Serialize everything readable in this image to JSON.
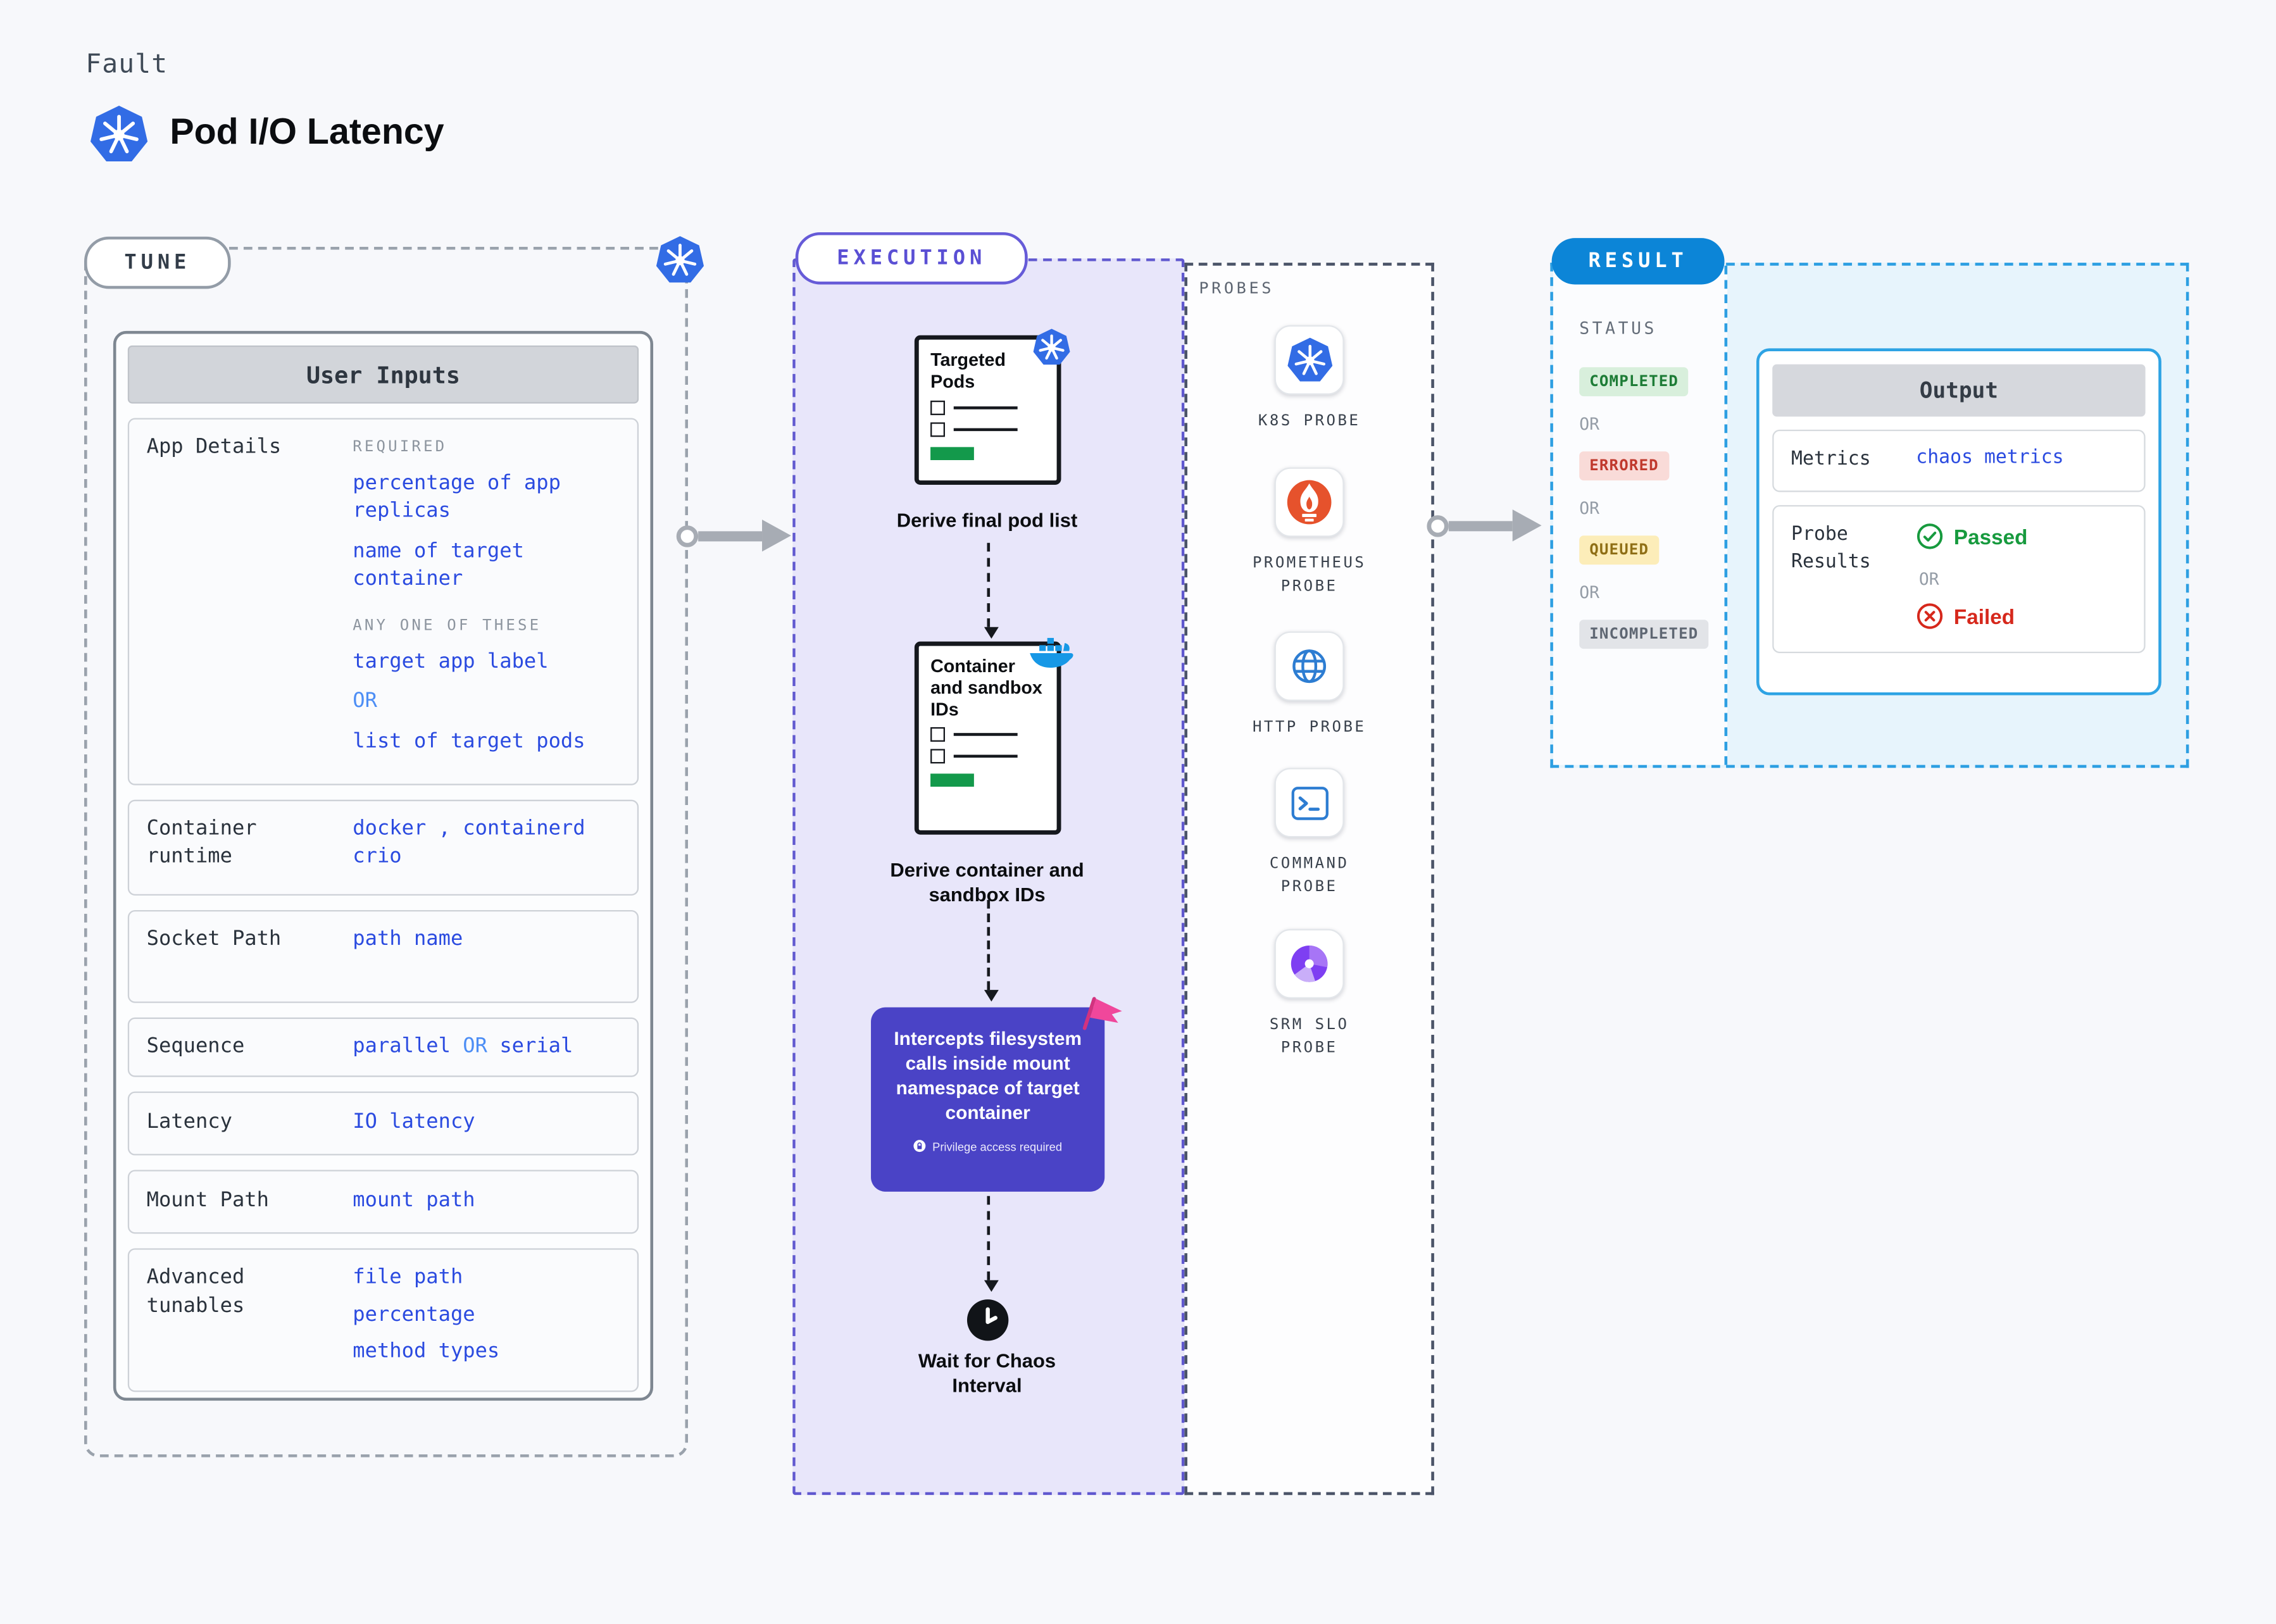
{
  "header": {
    "kicker": "Fault",
    "title": "Pod I/O Latency"
  },
  "colors": {
    "k8s_blue": "#326ce5",
    "value_blue": "#2b4be0",
    "or_blue": "#4d8ef5",
    "execution_purple": "#6058cf",
    "intercept_indigo": "#4a43c6",
    "result_blue": "#0c85d7",
    "output_border_blue": "#2ea3e4",
    "completed_green": "#1d7c36",
    "errored_red": "#c03a2e",
    "queued_yellow": "#8f6f16",
    "passed_green": "#179a3e",
    "failed_red": "#d6281c",
    "prometheus_orange": "#e6522c",
    "srm_purple": "#7e3ff2",
    "doc_green_bar": "#13994b"
  },
  "tune": {
    "label": "TUNE",
    "panel_title": "User Inputs",
    "app_details": {
      "label": "App Details",
      "required_heading": "REQUIRED",
      "required_items": [
        "percentage of app replicas",
        "name of target container"
      ],
      "any_heading": "ANY ONE OF THESE",
      "any_item1": "target app label",
      "or": "OR",
      "any_item2": "list of target pods"
    },
    "container_runtime": {
      "label": "Container runtime",
      "line1": "docker , containerd",
      "line2": "crio"
    },
    "socket_path": {
      "label": "Socket Path",
      "value": "path name"
    },
    "sequence": {
      "label": "Sequence",
      "value1": "parallel",
      "or": "OR",
      "value2": "serial"
    },
    "latency": {
      "label": "Latency",
      "value": "IO latency"
    },
    "mount_path": {
      "label": "Mount Path",
      "value": "mount path"
    },
    "advanced": {
      "label": "Advanced tunables",
      "items": [
        "file path",
        "percentage",
        "method types"
      ]
    }
  },
  "execution": {
    "label": "EXECUTION",
    "step1": {
      "doc_title": "Targeted Pods",
      "caption": "Derive final pod list"
    },
    "step2": {
      "doc_title": "Container and sandbox IDs",
      "caption": "Derive container and sandbox IDs"
    },
    "intercept": {
      "text": "Intercepts filesystem calls inside mount namespace of target container",
      "badge": "Privilege access required"
    },
    "wait_caption": "Wait for Chaos Interval"
  },
  "probes": {
    "heading": "PROBES",
    "items": [
      {
        "name": "K8S PROBE",
        "icon": "kubernetes-icon"
      },
      {
        "name": "PROMETHEUS PROBE",
        "icon": "prometheus-icon"
      },
      {
        "name": "HTTP PROBE",
        "icon": "globe-icon"
      },
      {
        "name": "COMMAND PROBE",
        "icon": "terminal-icon"
      },
      {
        "name": "SRM SLO PROBE",
        "icon": "srm-slo-icon"
      }
    ]
  },
  "result": {
    "label": "RESULT",
    "status_heading": "STATUS",
    "or": "OR",
    "statuses": [
      {
        "text": "COMPLETED"
      },
      {
        "text": "ERRORED"
      },
      {
        "text": "QUEUED"
      },
      {
        "text": "INCOMPLETED"
      }
    ],
    "output": {
      "title": "Output",
      "metrics_label": "Metrics",
      "metrics_value": "chaos metrics",
      "probe_results_label": "Probe Results",
      "passed": "Passed",
      "or": "OR",
      "failed": "Failed"
    }
  }
}
